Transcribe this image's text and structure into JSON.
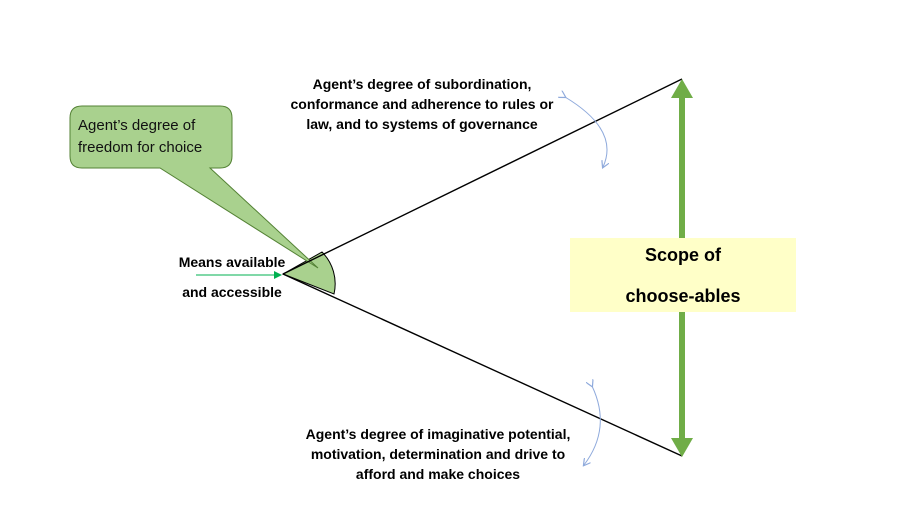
{
  "diagram": {
    "callout": {
      "line1": "Agent’s degree of",
      "line2": "freedom for choice"
    },
    "top_label": {
      "line1": "Agent’s degree of subordination,",
      "line2": "conformance and adherence to rules or",
      "line3": "law, and to systems of governance"
    },
    "bottom_label": {
      "line1": "Agent’s degree of imaginative potential,",
      "line2": "motivation, determination and drive to",
      "line3": "afford and make choices"
    },
    "means_label": {
      "line1": "Means available",
      "line2": "and accessible"
    },
    "scope_box": {
      "line1": "Scope of",
      "line2": "choose-ables"
    }
  },
  "colors": {
    "callout_fill": "#a9d18e",
    "callout_border": "#548235",
    "scope_arrow": "#70ad47",
    "scope_box_fill": "#ffffc8",
    "means_arrow": "#00b050",
    "curved_arrows": "#8faadc",
    "lines": "#000000"
  }
}
